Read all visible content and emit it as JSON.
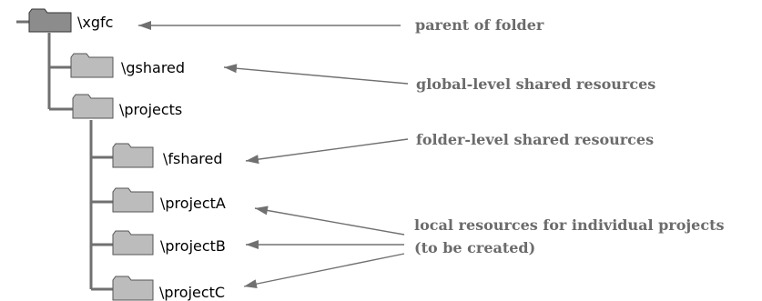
{
  "folders": {
    "xgfc": "\\xgfc",
    "gshared": "\\gshared",
    "projects": "\\projects",
    "fshared": "\\fshared",
    "projectA": "\\projectA",
    "projectB": "\\projectB",
    "projectC": "\\projectC"
  },
  "annotations": {
    "parent": "parent of folder",
    "global": "global-level shared resources",
    "folder_level": "folder-level shared resources",
    "local_line1": "local resources for individual projects",
    "local_line2": "(to be created)"
  },
  "colors": {
    "root_folder": "#8c8c8c",
    "child_folder": "#bcbcbc",
    "connector": "#707070",
    "annotation_text": "#6b6b6b"
  }
}
